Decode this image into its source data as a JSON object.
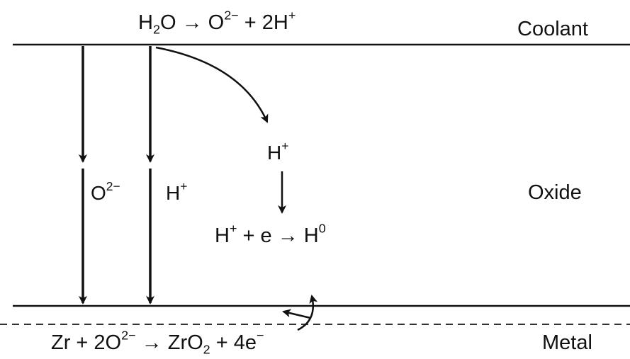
{
  "regions": {
    "coolant": "Coolant",
    "oxide": "Oxide",
    "metal": "Metal"
  },
  "reactions": {
    "water_splitting": {
      "a": "H",
      "a_sub": "2",
      "b": "O → O",
      "b_sup": "2−",
      "c": "+ 2H",
      "c_sup": "+"
    },
    "hydrogen_reduction": {
      "a": "H",
      "a_sup": "+",
      "b": "+ e → H",
      "b_sup": "0"
    },
    "zirconium_oxidation": {
      "a": "Zr + 2O",
      "a_sup": "2−",
      "b": "→ ZrO",
      "b_sub": "2",
      "c": "+ 4e",
      "c_sup": "−"
    }
  },
  "species": {
    "oxygen_ion": {
      "base": "O",
      "sup": "2−"
    },
    "hydrogen_ion_left": {
      "base": "H",
      "sup": "+"
    },
    "hydrogen_ion_mid": {
      "base": "H",
      "sup": "+"
    }
  },
  "colors": {
    "ink": "#111111",
    "background": "#ffffff"
  }
}
